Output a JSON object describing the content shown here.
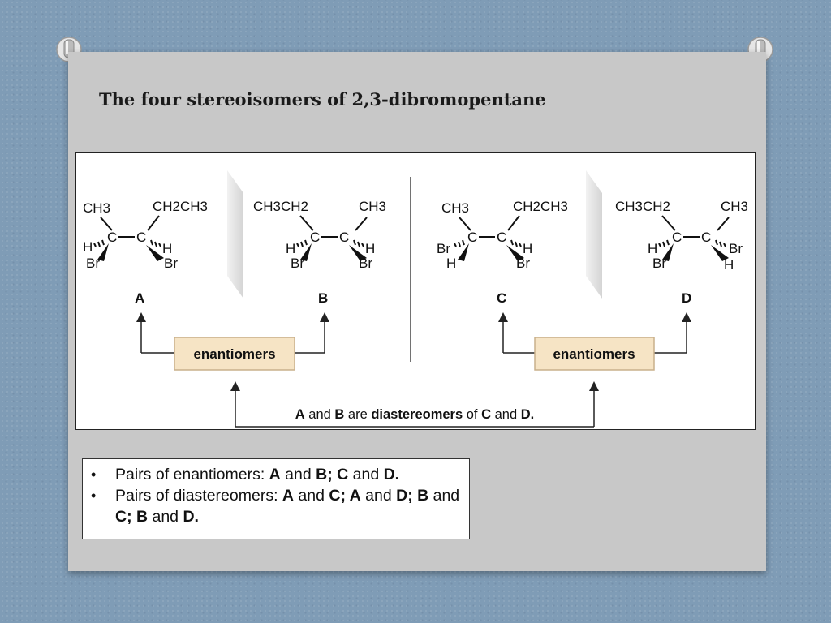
{
  "title": "The four stereoisomers of 2,3-dibromopentane",
  "molecules": [
    {
      "id": "A",
      "label": "A",
      "left_group": "CH3",
      "right_group": "CH2CH3",
      "left_hash": "H",
      "left_wedge": "Br",
      "right_hash": "H",
      "right_wedge": "Br"
    },
    {
      "id": "B",
      "label": "B",
      "left_group": "CH3CH2",
      "right_group": "CH3",
      "left_hash": "H",
      "left_wedge": "Br",
      "right_hash": "H",
      "right_wedge": "Br"
    },
    {
      "id": "C",
      "label": "C",
      "left_group": "CH3",
      "right_group": "CH2CH3",
      "left_hash": "Br",
      "left_wedge": "H",
      "right_hash": "H",
      "right_wedge": "Br"
    },
    {
      "id": "D",
      "label": "D",
      "left_group": "CH3CH2",
      "right_group": "CH3",
      "left_hash": "H",
      "left_wedge": "Br",
      "right_hash": "Br",
      "right_wedge": "H"
    }
  ],
  "center_atom": "C",
  "relations": {
    "enantiomers_left": "enantiomers",
    "enantiomers_right": "enantiomers",
    "diastereomers_note": {
      "t1": "A",
      "t2": " and ",
      "t3": "B",
      "t4": " are ",
      "t5": "diastereomers",
      "t6": " of ",
      "t7": "C",
      "t8": " and ",
      "t9": "D."
    }
  },
  "bullets": [
    {
      "prefix": "Pairs of enantiomers: ",
      "rich": "<b>A</b> and <b>B; C</b> and <b>D.</b>"
    },
    {
      "prefix": "Pairs of diastereomers: ",
      "rich": "<b>A</b> and <b>C; A</b> and <b>D; B</b> and <b>C; B</b> and <b>D.</b>"
    }
  ],
  "colors": {
    "box_fill": "#f6e4c5",
    "box_stroke": "#c9b08b",
    "mirror": "#dcdcdc"
  }
}
